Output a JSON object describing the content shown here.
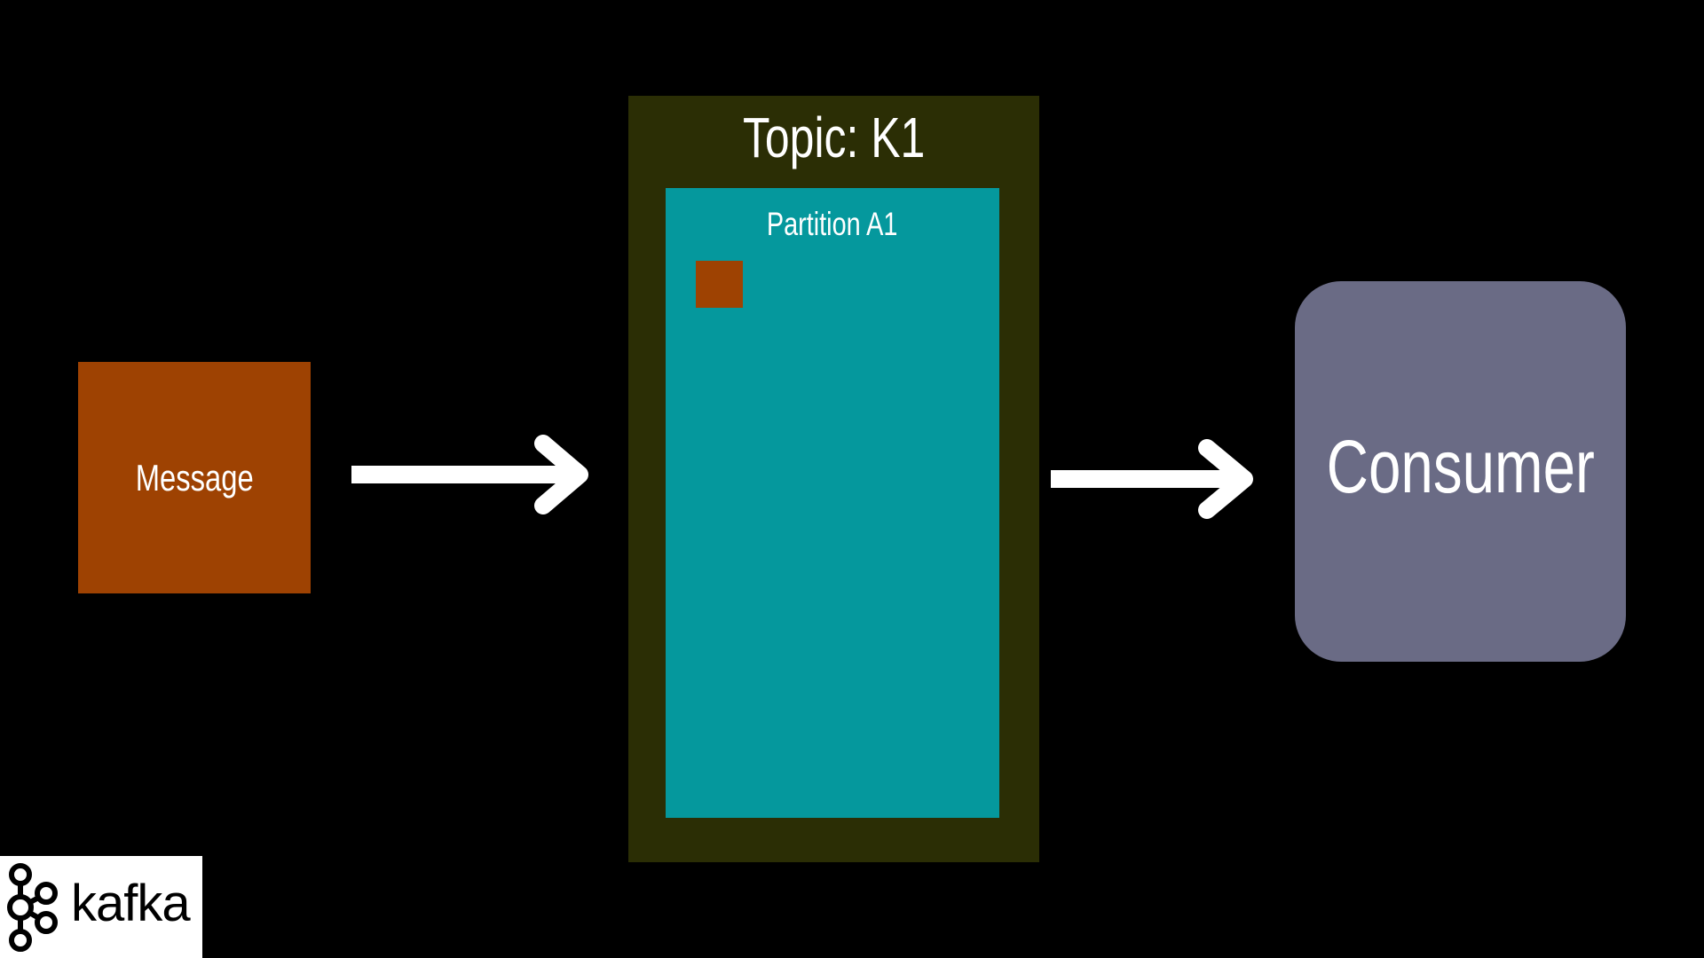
{
  "diagram": {
    "message": {
      "label": "Message",
      "color": "#9e4202"
    },
    "topic": {
      "title": "Topic: K1",
      "color": "#2b2e05"
    },
    "partition": {
      "label": "Partition A1",
      "color": "#05989d"
    },
    "consumer": {
      "label": "Consumer",
      "color": "#6a6b85"
    },
    "arrows": [
      {
        "from": "message",
        "to": "topic"
      },
      {
        "from": "topic",
        "to": "consumer"
      }
    ]
  },
  "logo": {
    "text": "kafka",
    "icon": "kafka-logo-icon"
  },
  "colors": {
    "background": "#000000",
    "arrow": "#ffffff",
    "logo_background": "#ffffff"
  }
}
